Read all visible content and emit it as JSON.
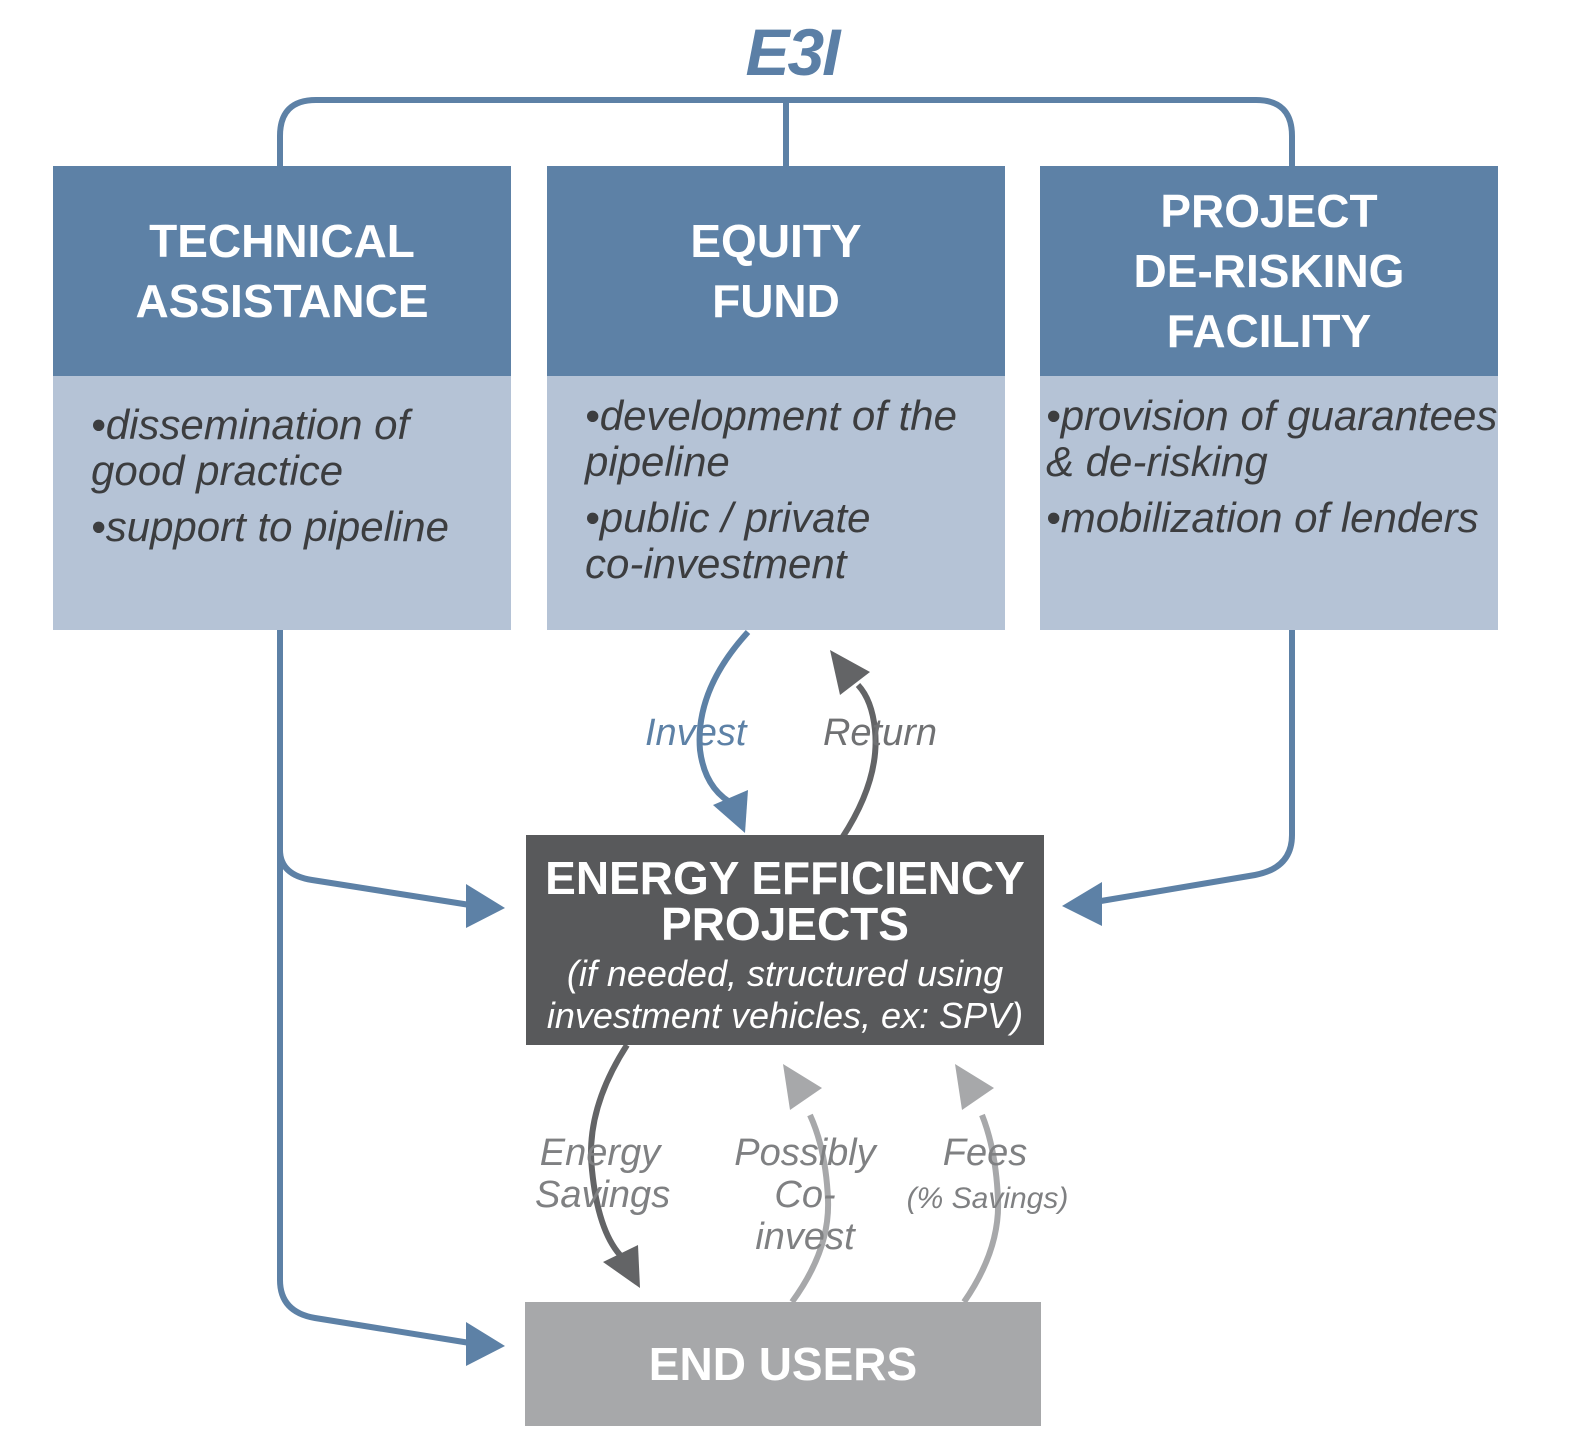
{
  "title": "E3I",
  "columns": [
    {
      "heading": "TECHNICAL\nASSISTANCE",
      "bullets": [
        "•dissemination of\n good practice",
        "•support to pipeline"
      ]
    },
    {
      "heading": "EQUITY\nFUND",
      "bullets": [
        "•development of the\n pipeline",
        "•public / private\n co-investment"
      ]
    },
    {
      "heading": "PROJECT\nDE-RISKING\nFACILITY",
      "bullets": [
        "•provision of guarantees\n & de-risking",
        "•mobilization of lenders"
      ]
    }
  ],
  "center": {
    "title": "ENERGY EFFICIENCY\nPROJECTS",
    "subtitle": "(if needed, structured using\ninvestment vehicles, ex: SPV)"
  },
  "end_users": "END USERS",
  "flows": {
    "invest": "Invest",
    "return": "Return",
    "energy_savings": "Energy\nSavings",
    "co_invest": "Possibly\nCo-invest",
    "fees": "Fees",
    "fees_note": "(% Savings)"
  },
  "colors": {
    "blue": "#5d81a6",
    "light_blue": "#b5c3d6",
    "dark_gray": "#58595b",
    "mid_gray": "#707173",
    "light_gray": "#a7a8aa"
  }
}
